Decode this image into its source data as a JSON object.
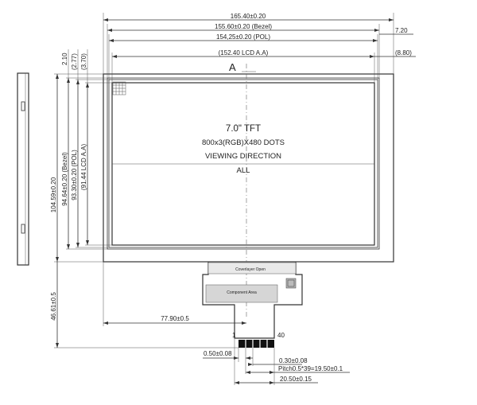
{
  "dimensions": {
    "outline_width": "165.40±0.20",
    "bezel_width": "155.60±0.20 (Bezel)",
    "pol_width": "154,25±0.20 (POL)",
    "lcd_aa_width": "(152.40 LCD A.A)",
    "right_offset_1": "7.20",
    "right_offset_2": "(8.80)",
    "top_offset_1": "2.10",
    "top_offset_2": "(2.77)",
    "top_offset_3": "(3.70)",
    "outline_height": "104.59±0.20",
    "bezel_height": "94.64±0.20 (Bezel)",
    "pol_height": "93.30±0.20 (POL)",
    "lcd_aa_height": "(91.44 LCD A.A)",
    "fpc_length": "46.61±0.5",
    "fpc_center_offset": "77.90±0.5",
    "pin_width": "0.50±0.08",
    "pin_gap": "0.30±0.08",
    "pitch": "Pitch0.5*39=19.50±0.1",
    "connector_width": "20.50±0.15"
  },
  "section_marker": "A",
  "panel": {
    "title": "7.0\" TFT",
    "resolution": "800x3(RGB)X480 DOTS",
    "viewing_direction": "VIEWING DIRECTION",
    "viewing_value": "ALL"
  },
  "fpc": {
    "coverlayer_label": "Coverlayer Open",
    "component_label": "Component Area",
    "pin_first": "1",
    "pin_last": "40"
  }
}
